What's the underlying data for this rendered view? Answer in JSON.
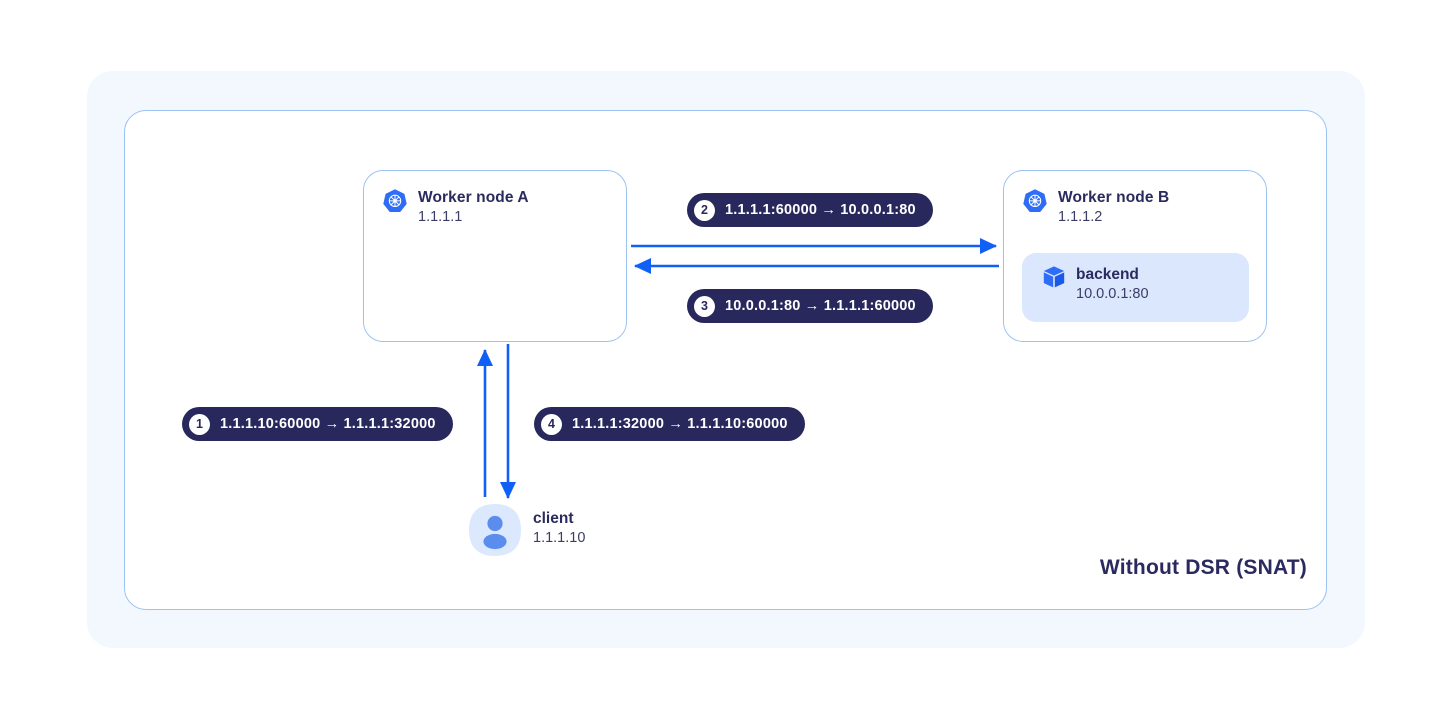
{
  "diagram": {
    "caption": "Without DSR (SNAT)",
    "colors": {
      "panel_background": "#f3f7fe",
      "panel_border": "#9dc3f0",
      "pill_background": "#28285c",
      "arrow": "#1160f5",
      "accent_blue": "#2f6df6",
      "sub_box_background": "#dbe7fd",
      "text_dark": "#2a2a5e"
    },
    "nodes": {
      "worker_a": {
        "icon": "kubernetes-icon",
        "title": "Worker node A",
        "ip": "1.1.1.1"
      },
      "worker_b": {
        "icon": "kubernetes-icon",
        "title": "Worker node B",
        "ip": "1.1.1.2",
        "pod": {
          "icon": "cube-icon",
          "title": "backend",
          "ip": "10.0.0.1:80"
        }
      },
      "client": {
        "icon": "user-icon",
        "title": "client",
        "ip": "1.1.1.10"
      }
    },
    "flows": [
      {
        "step": "1",
        "label": "1.1.1.10:60000 → 1.1.1.1:32000"
      },
      {
        "step": "2",
        "label": "1.1.1.1:60000 → 10.0.0.1:80"
      },
      {
        "step": "3",
        "label": "10.0.0.1:80 → 1.1.1.1:60000"
      },
      {
        "step": "4",
        "label": "1.1.1.1:32000 → 1.1.1.10:60000"
      }
    ],
    "arrows": [
      {
        "name": "client-to-worker-a",
        "direction": "up"
      },
      {
        "name": "worker-a-to-client",
        "direction": "down"
      },
      {
        "name": "worker-a-to-worker-b",
        "direction": "right"
      },
      {
        "name": "worker-b-to-worker-a",
        "direction": "left"
      }
    ]
  }
}
